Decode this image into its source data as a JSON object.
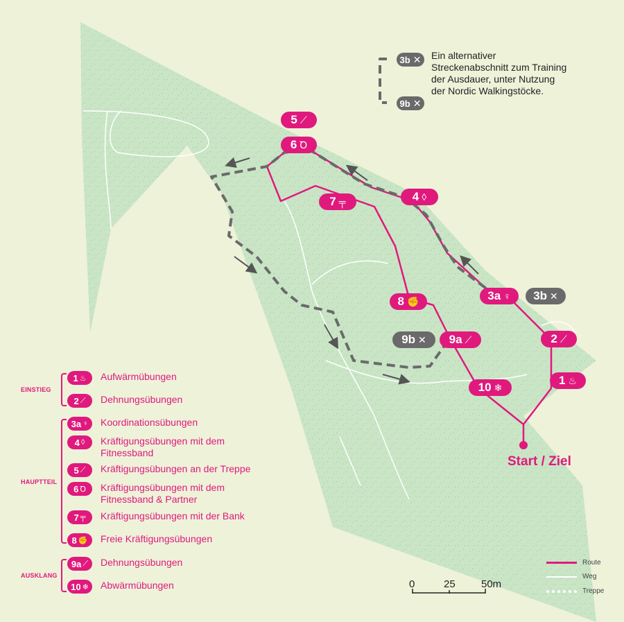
{
  "colors": {
    "route": "#e0197d",
    "alt": "#6a6a6a",
    "park": "#c9e5c6",
    "background": "#eef2d9",
    "path": "#ffffff"
  },
  "map": {
    "stations": [
      {
        "id": "5",
        "icon": "stairs-icon",
        "glyph": "⟋"
      },
      {
        "id": "6",
        "icon": "band-partner-icon",
        "glyph": "Ꝺ"
      },
      {
        "id": "7",
        "icon": "bench-icon",
        "glyph": "╤"
      },
      {
        "id": "4",
        "icon": "drop-icon",
        "glyph": "◊"
      },
      {
        "id": "8",
        "icon": "bicep-icon",
        "glyph": "✊"
      },
      {
        "id": "3a",
        "icon": "balance-icon",
        "glyph": "♀"
      },
      {
        "id": "3b",
        "icon": "walking-poles-icon",
        "glyph": "✕"
      },
      {
        "id": "9b",
        "icon": "walking-poles-icon",
        "glyph": "✕"
      },
      {
        "id": "9a",
        "icon": "stretch-icon",
        "glyph": "⟋"
      },
      {
        "id": "2",
        "icon": "stretch-icon",
        "glyph": "⟋"
      },
      {
        "id": "10",
        "icon": "snowflake-icon",
        "glyph": "❄"
      },
      {
        "id": "1",
        "icon": "flame-icon",
        "glyph": "♨"
      }
    ],
    "start_label": "Start / Ziel"
  },
  "alt_note": {
    "badge_top": "3b",
    "badge_bottom": "9b",
    "text": "Ein alternativer Streckenabschnitt zum Training der Ausdauer, unter Nutzung der Nordic Walkingstöcke."
  },
  "legend": {
    "sections": [
      {
        "label": "EINSTIEG"
      },
      {
        "label": "HAUPTTEIL"
      },
      {
        "label": "AUSKLANG"
      }
    ],
    "items": [
      {
        "id": "1",
        "glyph": "♨",
        "text": "Aufwärmübungen"
      },
      {
        "id": "2",
        "glyph": "⟋",
        "text": "Dehnungsübungen"
      },
      {
        "id": "3a",
        "glyph": "♀",
        "text": "Koordinationsübungen"
      },
      {
        "id": "4",
        "glyph": "◊",
        "text": "Kräftigungsübungen mit dem Fitnessband"
      },
      {
        "id": "5",
        "glyph": "⟋",
        "text": "Kräftigungsübungen an der Treppe"
      },
      {
        "id": "6",
        "glyph": "Ꝺ",
        "text": "Kräftigungsübungen mit dem Fitnessband & Partner"
      },
      {
        "id": "7",
        "glyph": "╤",
        "text": "Kräftigungsübungen mit der Bank"
      },
      {
        "id": "8",
        "glyph": "✊",
        "text": "Freie Kräftigungsübungen"
      },
      {
        "id": "9a",
        "glyph": "⟋",
        "text": "Dehnungsübungen"
      },
      {
        "id": "10",
        "glyph": "❄",
        "text": "Abwärmübungen"
      }
    ]
  },
  "scale": {
    "ticks": [
      "0",
      "25",
      "50m"
    ]
  },
  "line_key": {
    "route": "Route",
    "path": "Weg",
    "stairs": "Treppe"
  }
}
